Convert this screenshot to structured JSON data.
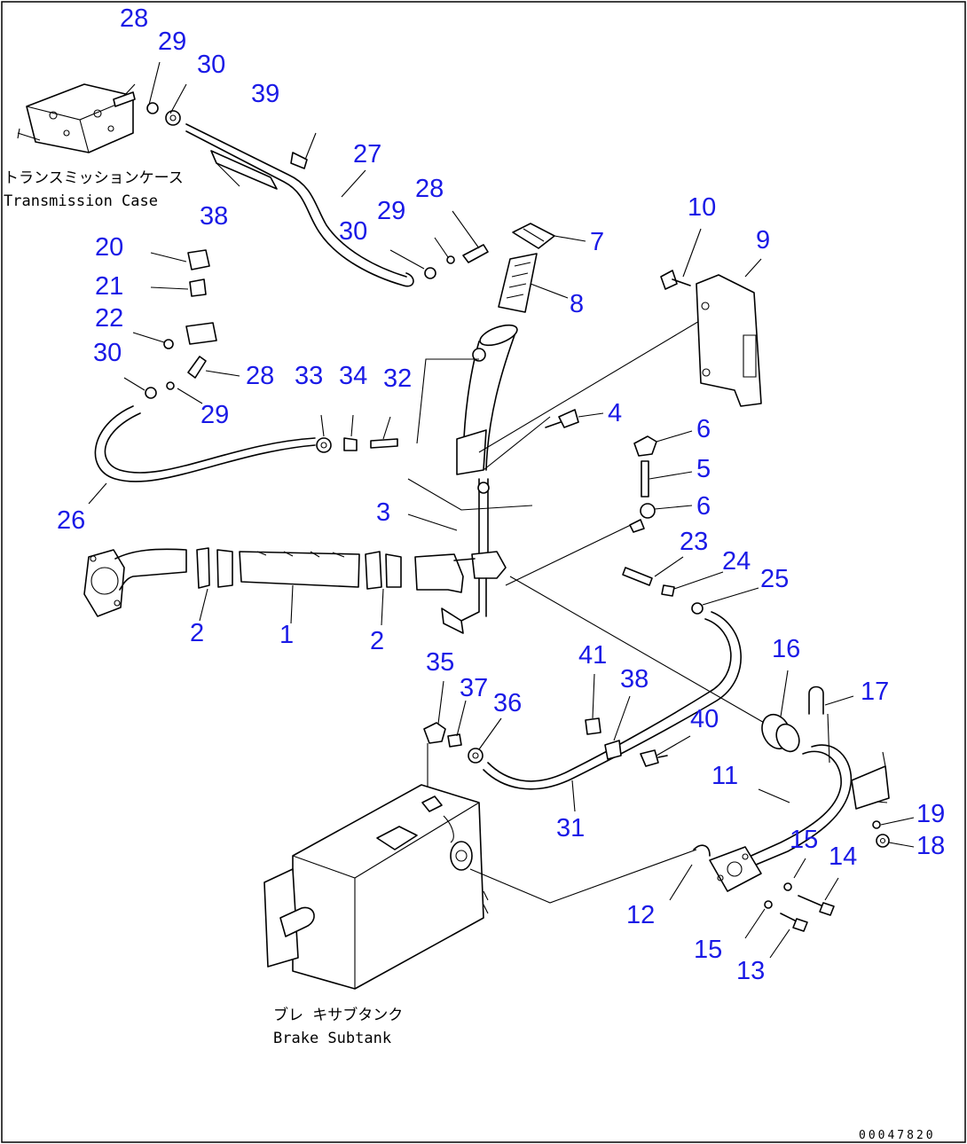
{
  "captions": {
    "transmission_case_jp": "トランスミッションケース",
    "transmission_case_en": "Transmission Case",
    "brake_subtank_jp": "ブレ キサブタンク",
    "brake_subtank_en": "Brake Subtank"
  },
  "doc_number": "00047820",
  "callouts": [
    "28",
    "29",
    "30",
    "39",
    "27",
    "38",
    "28",
    "29",
    "30",
    "7",
    "8",
    "10",
    "9",
    "20",
    "21",
    "22",
    "30",
    "28",
    "29",
    "33",
    "34",
    "32",
    "4",
    "6",
    "5",
    "6",
    "26",
    "3",
    "23",
    "24",
    "25",
    "2",
    "1",
    "2",
    "16",
    "17",
    "35",
    "37",
    "36",
    "41",
    "38",
    "40",
    "11",
    "31",
    "15",
    "19",
    "18",
    "14",
    "12",
    "15",
    "13"
  ],
  "colors": {
    "callout": "#1a1ae6",
    "linework": "#000000",
    "background": "#ffffff"
  }
}
